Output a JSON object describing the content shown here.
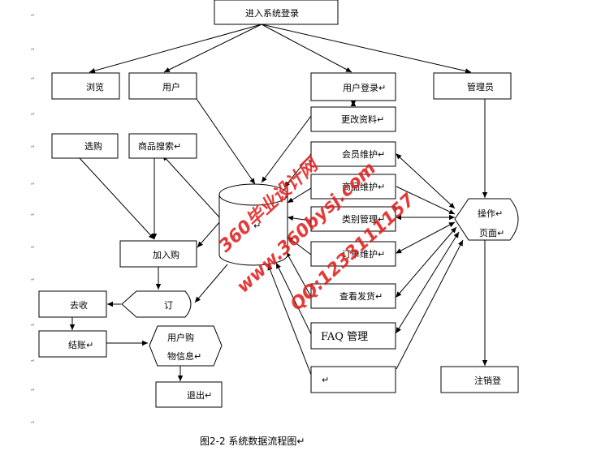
{
  "diagram": {
    "nodes": {
      "login": "进入系统登录",
      "browse": "浏览",
      "user": "用户",
      "user_login": "用户登录↵",
      "admin": "管理员",
      "edit_profile": "更改资料↵",
      "member_maint": "会员维护↵",
      "product_maint": "商品维护↵",
      "category_mgmt": "类别管理↵",
      "order_maint": "订单维护↵",
      "shipping": "查看发货↵",
      "faq_mgmt": "FAQ 管理",
      "empty_box": "↵",
      "shop": "选购",
      "product_search": "商品搜索↵",
      "add_to_cart": "加入购",
      "order_label": "订",
      "checkout_go": "去收",
      "settle": "结账↵",
      "purchase_info_1": "用户购",
      "purchase_info_2": "物信息↵",
      "exit": "退出↵",
      "operation_1": "操作↵",
      "operation_2": "页面↵",
      "logout": "注销登",
      "database": "↵"
    },
    "caption": "图2-2    系统数据流程图↵",
    "paragraph_mark": "↵"
  },
  "watermark": {
    "line1": "360毕业设计网",
    "line2": "www.360bysj.com",
    "line3": "QQ:1233111157",
    "color": "#e0201e"
  }
}
